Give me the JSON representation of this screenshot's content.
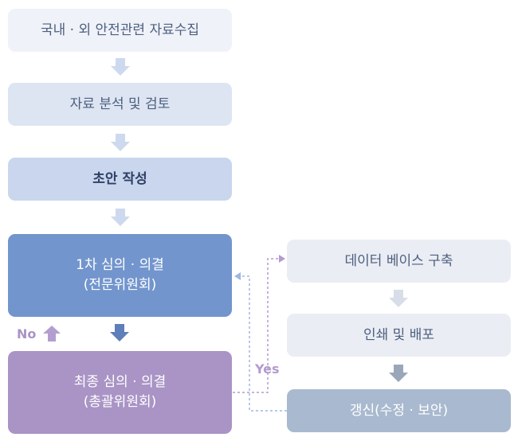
{
  "colors": {
    "step1_bg": "#eff2f8",
    "step2_bg": "#dde5f2",
    "step3_bg": "#c9d6ee",
    "step4_bg": "#7295cd",
    "step5_bg": "#a994c5",
    "right_bg": "#eaedf3",
    "right_last_bg": "#a9b9cf",
    "arrow_light": "#cdd9ee",
    "arrow_blue": "#5e7fba",
    "arrow_purple": "#b39fcf",
    "arrow_gray": "#9aa7bb",
    "connector_purple": "#b49ad0",
    "connector_blue": "#9db8e0"
  },
  "steps": {
    "collect": "국내 · 외 안전관련 자료수집",
    "analyze": "자료 분석 및 검토",
    "draft": "초안 작성",
    "review1_line1": "1차 심의 · 의결",
    "review1_line2": "(전문위원회)",
    "final_line1": "최종 심의 · 의결",
    "final_line2": "(총괄위원회)"
  },
  "right": {
    "database": "데이터 베이스 구축",
    "print": "인쇄 및 배포",
    "update": "갱신(수정 · 보안)"
  },
  "labels": {
    "no": "No",
    "yes": "Yes"
  }
}
